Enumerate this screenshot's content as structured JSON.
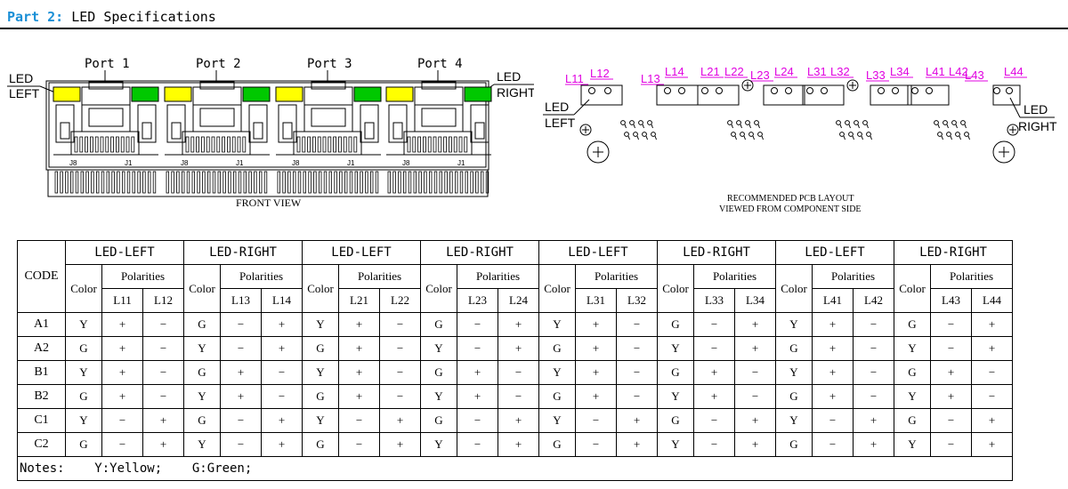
{
  "header": {
    "part": "Part 2:",
    "title": "LED Specifications"
  },
  "front_view": {
    "ports": [
      "Port 1",
      "Port 2",
      "Port 3",
      "Port 4"
    ],
    "led_left": [
      "LED",
      "LEFT"
    ],
    "led_right": [
      "LED",
      "RIGHT"
    ],
    "pin_j8": "J8",
    "pin_j1": "J1",
    "caption": "FRONT VIEW",
    "colors": {
      "yellow": "#ffff00",
      "green": "#00c800"
    }
  },
  "pcb_layout": {
    "labels": [
      "L11",
      "L12",
      "L13",
      "L14",
      "L21",
      "L22",
      "L23",
      "L24",
      "L31",
      "L32",
      "L33",
      "L34",
      "L41",
      "L42",
      "L43",
      "L44"
    ],
    "led_left": [
      "LED",
      "LEFT"
    ],
    "led_right": [
      "LED",
      "RIGHT"
    ],
    "caption_line1": "RECOMMENDED PCB LAYOUT",
    "caption_line2": "VIEWED FROM COMPONENT SIDE",
    "label_color": "#e000e0"
  },
  "table": {
    "code_header": "CODE",
    "color_header": "Color",
    "polarities_header": "Polarities",
    "groups": [
      {
        "name": "LED-LEFT",
        "cols": [
          "L11",
          "L12"
        ]
      },
      {
        "name": "LED-RIGHT",
        "cols": [
          "L13",
          "L14"
        ]
      },
      {
        "name": "LED-LEFT",
        "cols": [
          "L21",
          "L22"
        ]
      },
      {
        "name": "LED-RIGHT",
        "cols": [
          "L23",
          "L24"
        ]
      },
      {
        "name": "LED-LEFT",
        "cols": [
          "L31",
          "L32"
        ]
      },
      {
        "name": "LED-RIGHT",
        "cols": [
          "L33",
          "L34"
        ]
      },
      {
        "name": "LED-LEFT",
        "cols": [
          "L41",
          "L42"
        ]
      },
      {
        "name": "LED-RIGHT",
        "cols": [
          "L43",
          "L44"
        ]
      }
    ],
    "rows": [
      {
        "code": "A1",
        "cells": [
          [
            "Y",
            "+",
            "−"
          ],
          [
            "G",
            "−",
            "+"
          ],
          [
            "Y",
            "+",
            "−"
          ],
          [
            "G",
            "−",
            "+"
          ],
          [
            "Y",
            "+",
            "−"
          ],
          [
            "G",
            "−",
            "+"
          ],
          [
            "Y",
            "+",
            "−"
          ],
          [
            "G",
            "−",
            "+"
          ]
        ]
      },
      {
        "code": "A2",
        "cells": [
          [
            "G",
            "+",
            "−"
          ],
          [
            "Y",
            "−",
            "+"
          ],
          [
            "G",
            "+",
            "−"
          ],
          [
            "Y",
            "−",
            "+"
          ],
          [
            "G",
            "+",
            "−"
          ],
          [
            "Y",
            "−",
            "+"
          ],
          [
            "G",
            "+",
            "−"
          ],
          [
            "Y",
            "−",
            "+"
          ]
        ]
      },
      {
        "code": "B1",
        "cells": [
          [
            "Y",
            "+",
            "−"
          ],
          [
            "G",
            "+",
            "−"
          ],
          [
            "Y",
            "+",
            "−"
          ],
          [
            "G",
            "+",
            "−"
          ],
          [
            "Y",
            "+",
            "−"
          ],
          [
            "G",
            "+",
            "−"
          ],
          [
            "Y",
            "+",
            "−"
          ],
          [
            "G",
            "+",
            "−"
          ]
        ]
      },
      {
        "code": "B2",
        "cells": [
          [
            "G",
            "+",
            "−"
          ],
          [
            "Y",
            "+",
            "−"
          ],
          [
            "G",
            "+",
            "−"
          ],
          [
            "Y",
            "+",
            "−"
          ],
          [
            "G",
            "+",
            "−"
          ],
          [
            "Y",
            "+",
            "−"
          ],
          [
            "G",
            "+",
            "−"
          ],
          [
            "Y",
            "+",
            "−"
          ]
        ]
      },
      {
        "code": "C1",
        "cells": [
          [
            "Y",
            "−",
            "+"
          ],
          [
            "G",
            "−",
            "+"
          ],
          [
            "Y",
            "−",
            "+"
          ],
          [
            "G",
            "−",
            "+"
          ],
          [
            "Y",
            "−",
            "+"
          ],
          [
            "G",
            "−",
            "+"
          ],
          [
            "Y",
            "−",
            "+"
          ],
          [
            "G",
            "−",
            "+"
          ]
        ]
      },
      {
        "code": "C2",
        "cells": [
          [
            "G",
            "−",
            "+"
          ],
          [
            "Y",
            "−",
            "+"
          ],
          [
            "G",
            "−",
            "+"
          ],
          [
            "Y",
            "−",
            "+"
          ],
          [
            "G",
            "−",
            "+"
          ],
          [
            "Y",
            "−",
            "+"
          ],
          [
            "G",
            "−",
            "+"
          ],
          [
            "Y",
            "−",
            "+"
          ]
        ]
      }
    ],
    "notes": "Notes:    Y:Yellow;    G:Green;"
  }
}
